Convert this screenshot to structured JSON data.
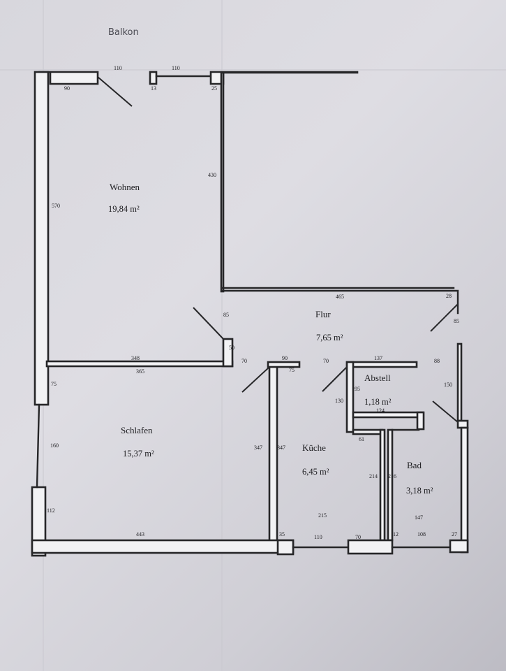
{
  "handwritten_note": "Balkon",
  "rooms": [
    {
      "name": "Wohnen",
      "area": "19,84 m²"
    },
    {
      "name": "Flur",
      "area": "7,65 m²"
    },
    {
      "name": "Schlafen",
      "area": "15,37 m²"
    },
    {
      "name": "Küche",
      "area": "6,45 m²"
    },
    {
      "name": "Abstell",
      "area": "1,18 m²"
    },
    {
      "name": "Bad",
      "area": "3,18 m²"
    }
  ],
  "dimensions": [
    "110",
    "110",
    "90",
    "13",
    "25",
    "570",
    "430",
    "85",
    "465",
    "28",
    "85",
    "50",
    "348",
    "365",
    "70",
    "90",
    "75",
    "70",
    "137",
    "88",
    "95",
    "130",
    "150",
    "124",
    "75",
    "160",
    "347",
    "347",
    "61",
    "214",
    "216",
    "112",
    "215",
    "147",
    "443",
    "35",
    "110",
    "70",
    "12",
    "108",
    "27"
  ]
}
